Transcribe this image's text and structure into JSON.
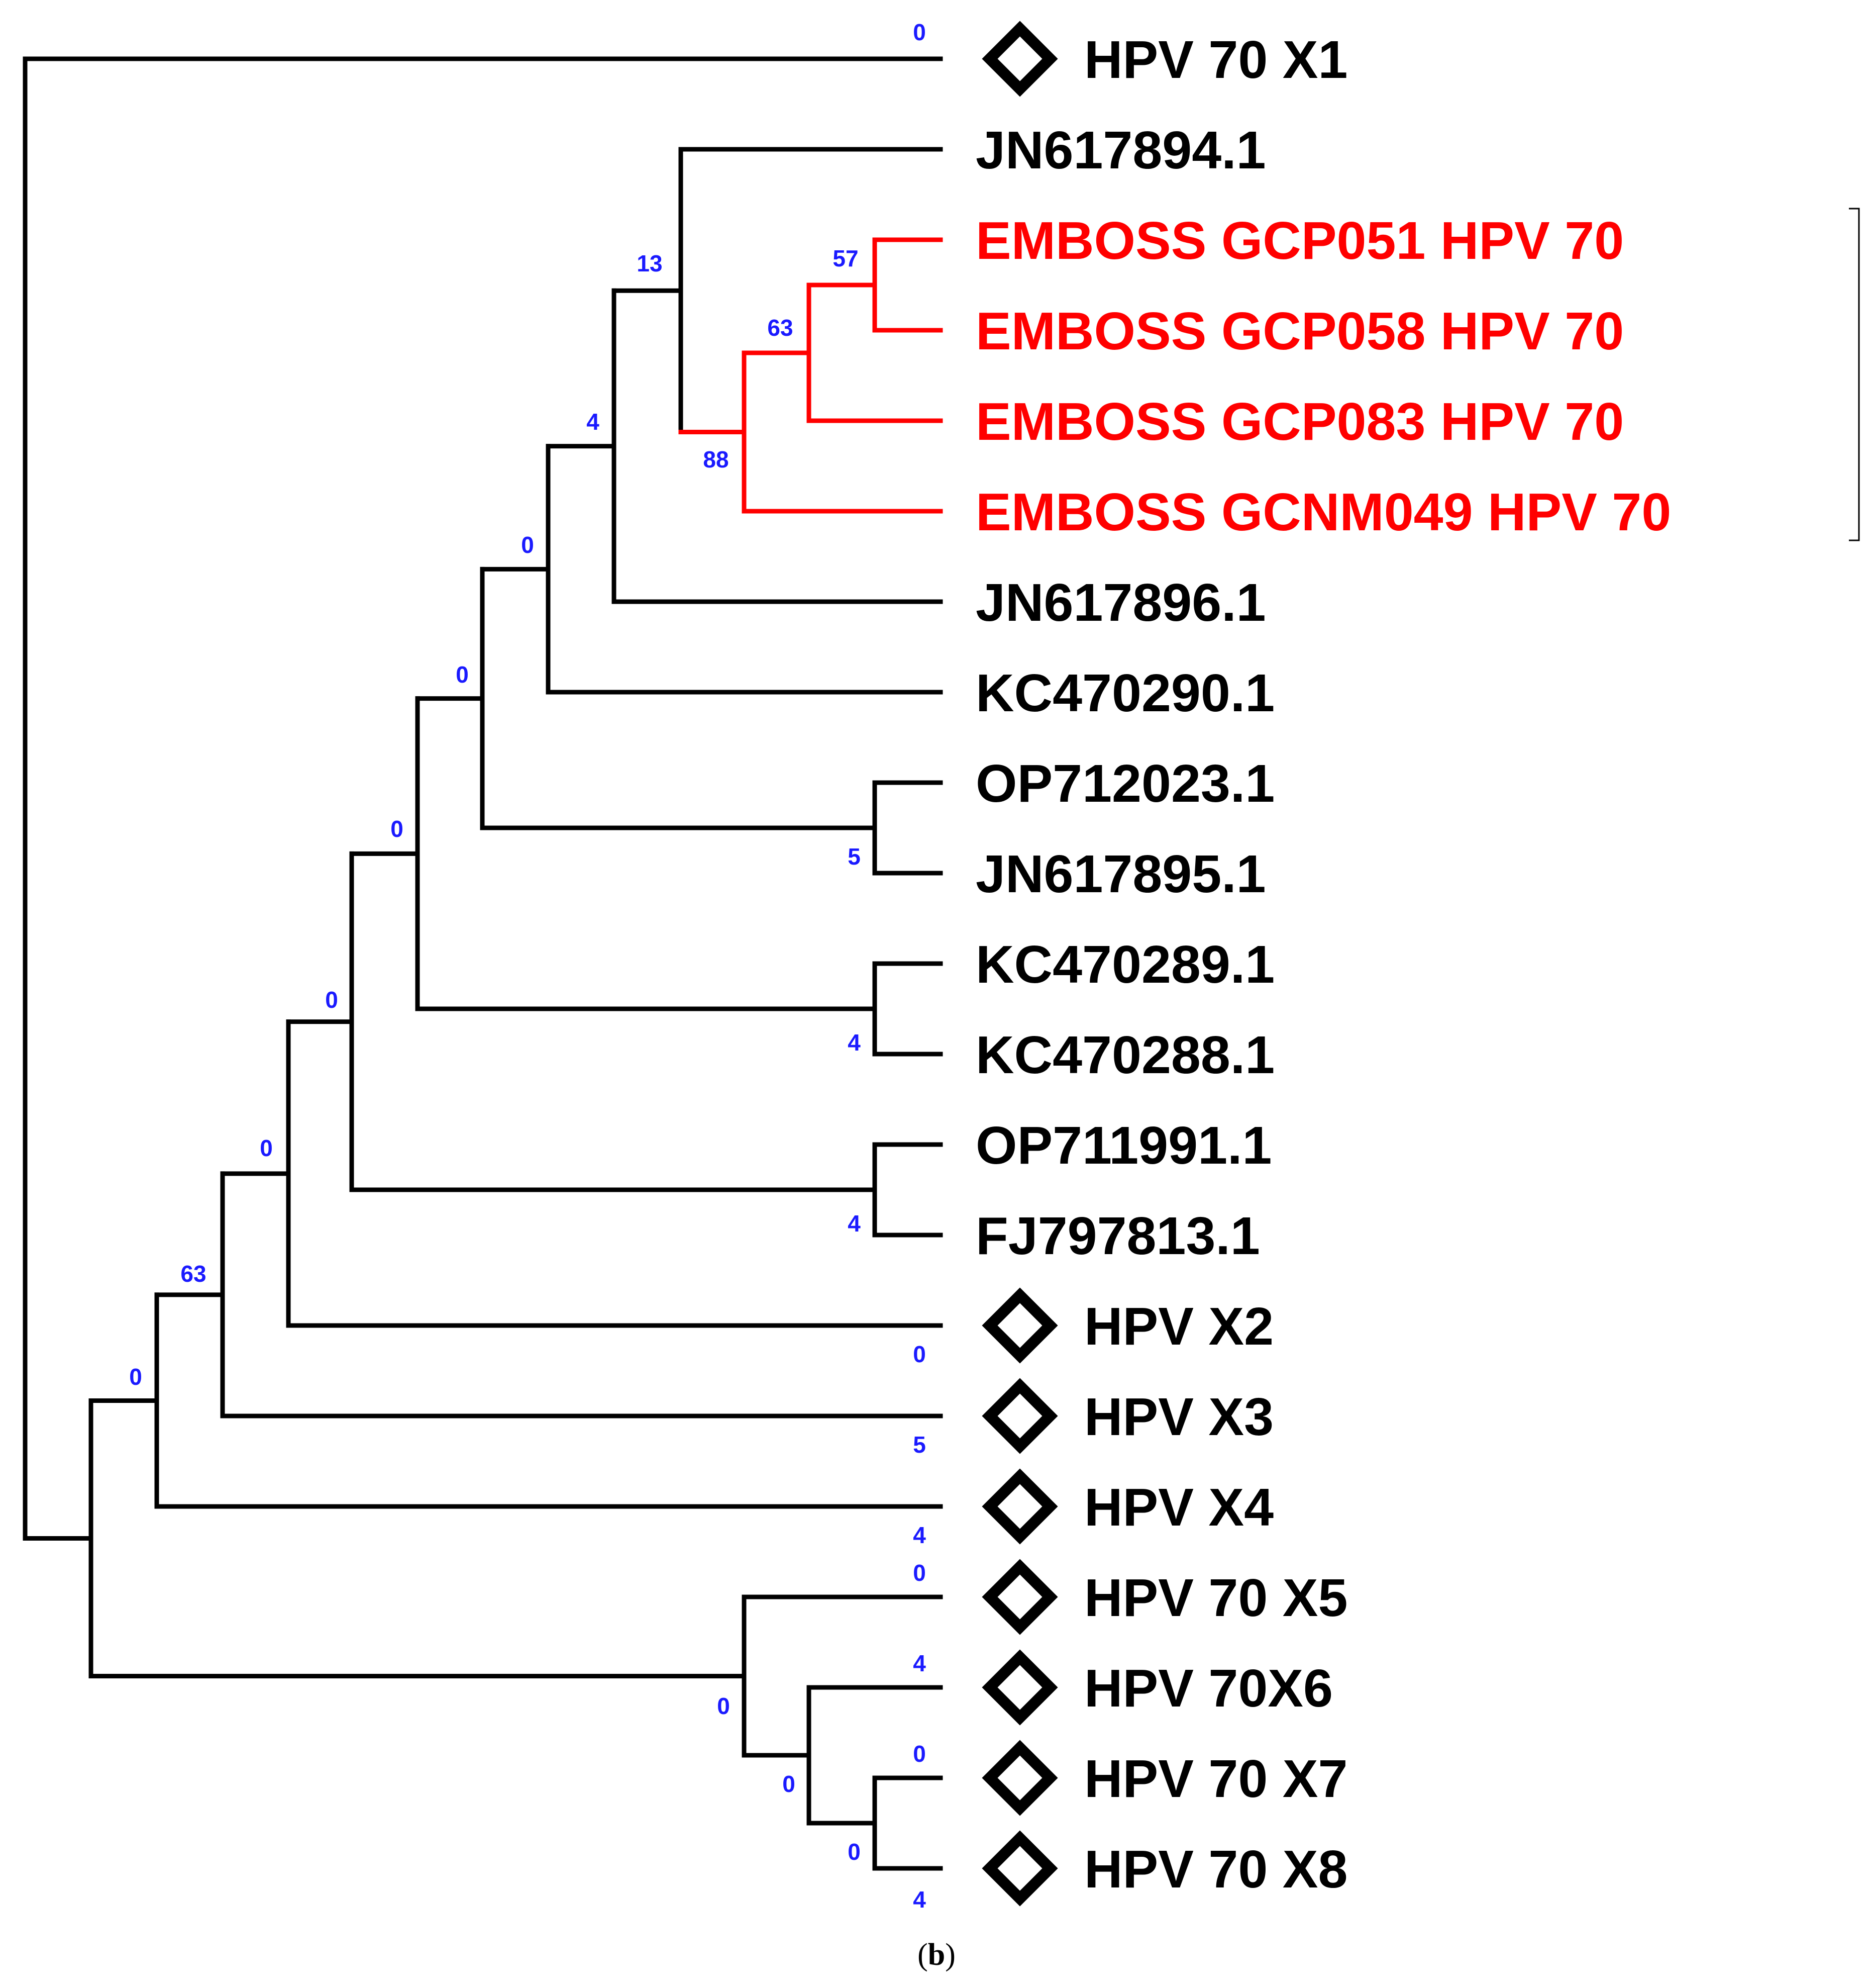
{
  "colors": {
    "branch": "#000000",
    "highlight": "#ff0000",
    "bootstrap": "#1a1aff",
    "label": "#000000"
  },
  "caption": {
    "open": "(",
    "letter": "b",
    "close": ")"
  },
  "highlight_clade": [
    "L3",
    "L4",
    "L5",
    "L6"
  ],
  "leaves": [
    {
      "id": "L1",
      "label": "HPV 70 X1",
      "marker": "diamond-icon",
      "color": "#000000"
    },
    {
      "id": "L2",
      "label": "JN617894.1",
      "marker": null,
      "color": "#000000"
    },
    {
      "id": "L3",
      "label": "EMBOSS GCP051 HPV 70",
      "marker": null,
      "color": "#ff0000"
    },
    {
      "id": "L4",
      "label": "EMBOSS GCP058 HPV 70",
      "marker": null,
      "color": "#ff0000"
    },
    {
      "id": "L5",
      "label": "EMBOSS GCP083 HPV 70",
      "marker": null,
      "color": "#ff0000"
    },
    {
      "id": "L6",
      "label": "EMBOSS GCNM049 HPV 70",
      "marker": null,
      "color": "#ff0000"
    },
    {
      "id": "L7",
      "label": "JN617896.1",
      "marker": null,
      "color": "#000000"
    },
    {
      "id": "L8",
      "label": "KC470290.1",
      "marker": null,
      "color": "#000000"
    },
    {
      "id": "L9",
      "label": "OP712023.1",
      "marker": null,
      "color": "#000000"
    },
    {
      "id": "L10",
      "label": "JN617895.1",
      "marker": null,
      "color": "#000000"
    },
    {
      "id": "L11",
      "label": "KC470289.1",
      "marker": null,
      "color": "#000000"
    },
    {
      "id": "L12",
      "label": "KC470288.1",
      "marker": null,
      "color": "#000000"
    },
    {
      "id": "L13",
      "label": "OP711991.1",
      "marker": null,
      "color": "#000000"
    },
    {
      "id": "L14",
      "label": "FJ797813.1",
      "marker": null,
      "color": "#000000"
    },
    {
      "id": "L15",
      "label": "HPV X2",
      "marker": "diamond-icon",
      "color": "#000000"
    },
    {
      "id": "L16",
      "label": "HPV X3",
      "marker": "diamond-icon",
      "color": "#000000"
    },
    {
      "id": "L17",
      "label": "HPV X4",
      "marker": "diamond-icon",
      "color": "#000000"
    },
    {
      "id": "L18",
      "label": "HPV 70 X5",
      "marker": "diamond-icon",
      "color": "#000000"
    },
    {
      "id": "L19",
      "label": "HPV 70X6",
      "marker": "diamond-icon",
      "color": "#000000"
    },
    {
      "id": "L20",
      "label": "HPV 70 X7",
      "marker": "diamond-icon",
      "color": "#000000"
    },
    {
      "id": "L21",
      "label": "HPV 70 X8",
      "marker": "diamond-icon",
      "color": "#000000"
    }
  ],
  "bootstrap_labels": [
    {
      "text": "0"
    },
    {
      "text": "13"
    },
    {
      "text": "57"
    },
    {
      "text": "63"
    },
    {
      "text": "88"
    },
    {
      "text": "4"
    },
    {
      "text": "0"
    },
    {
      "text": "0"
    },
    {
      "text": "0"
    },
    {
      "text": "5"
    },
    {
      "text": "0"
    },
    {
      "text": "4"
    },
    {
      "text": "0"
    },
    {
      "text": "4"
    },
    {
      "text": "63"
    },
    {
      "text": "0"
    },
    {
      "text": "0"
    },
    {
      "text": "5"
    },
    {
      "text": "4"
    },
    {
      "text": "0"
    },
    {
      "text": "0"
    },
    {
      "text": "4"
    },
    {
      "text": "0"
    },
    {
      "text": "0"
    },
    {
      "text": "0"
    },
    {
      "text": "4"
    }
  ]
}
